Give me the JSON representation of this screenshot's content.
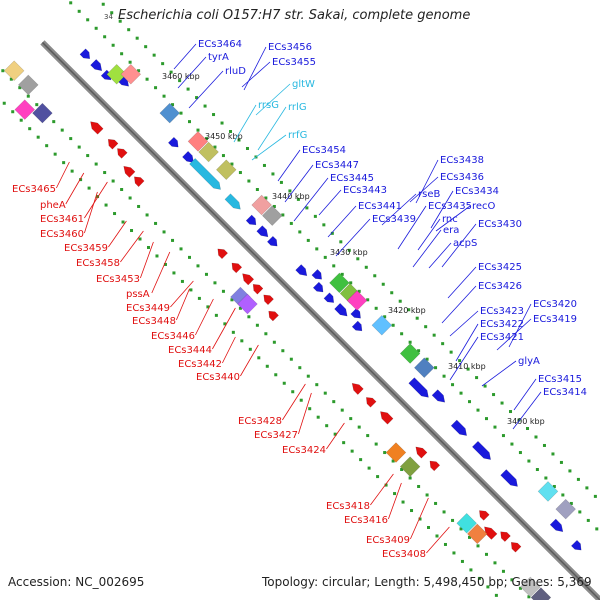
{
  "header": {
    "title": "Escherichia coli O157:H7 str. Sakai, complete genome",
    "corner_fragment": "34"
  },
  "footer": {
    "accession": "Accession: NC_002695",
    "topology": "Topology: circular; Length: 5,498,450 bp; Genes: 5,369"
  },
  "colors": {
    "forward_strand": "#1a1adc",
    "reverse_strand": "#e01010",
    "rna_genes": "#28b8e0",
    "backbone": "#8a8a8a",
    "tick_dots": "#2c9a2c"
  },
  "scale_ticks": [
    "3460 kbp",
    "3450 kbp",
    "3440 kbp",
    "3430 kbp",
    "3420 kbp",
    "3410 kbp",
    "3400 kbp"
  ],
  "right_labels": [
    {
      "text": "ECs3464",
      "color": "#1a1adc"
    },
    {
      "text": "tyrA",
      "color": "#1a1adc"
    },
    {
      "text": "rluD",
      "color": "#1a1adc"
    },
    {
      "text": "ECs3456",
      "color": "#1a1adc"
    },
    {
      "text": "ECs3455",
      "color": "#1a1adc"
    },
    {
      "text": "gltW",
      "color": "#28b8e0"
    },
    {
      "text": "rrsG",
      "color": "#28b8e0"
    },
    {
      "text": "rrlG",
      "color": "#28b8e0"
    },
    {
      "text": "rrfG",
      "color": "#28b8e0"
    },
    {
      "text": "ECs3454",
      "color": "#1a1adc"
    },
    {
      "text": "ECs3447",
      "color": "#1a1adc"
    },
    {
      "text": "ECs3445",
      "color": "#1a1adc"
    },
    {
      "text": "ECs3443",
      "color": "#1a1adc"
    },
    {
      "text": "ECs3441",
      "color": "#1a1adc"
    },
    {
      "text": "ECs3439",
      "color": "#1a1adc"
    },
    {
      "text": "ECs3438",
      "color": "#1a1adc"
    },
    {
      "text": "ECs3436",
      "color": "#1a1adc"
    },
    {
      "text": "rseB",
      "color": "#1a1adc"
    },
    {
      "text": "ECs3434",
      "color": "#1a1adc"
    },
    {
      "text": "ECs3435",
      "color": "#1a1adc"
    },
    {
      "text": "recO",
      "color": "#1a1adc"
    },
    {
      "text": "rnc",
      "color": "#1a1adc"
    },
    {
      "text": "era",
      "color": "#1a1adc"
    },
    {
      "text": "ECs3430",
      "color": "#1a1adc"
    },
    {
      "text": "acpS",
      "color": "#1a1adc"
    },
    {
      "text": "ECs3425",
      "color": "#1a1adc"
    },
    {
      "text": "ECs3426",
      "color": "#1a1adc"
    },
    {
      "text": "ECs3420",
      "color": "#1a1adc"
    },
    {
      "text": "ECs3423",
      "color": "#1a1adc"
    },
    {
      "text": "ECs3419",
      "color": "#1a1adc"
    },
    {
      "text": "ECs3422",
      "color": "#1a1adc"
    },
    {
      "text": "ECs3421",
      "color": "#1a1adc"
    },
    {
      "text": "glyA",
      "color": "#1a1adc"
    },
    {
      "text": "ECs3415",
      "color": "#1a1adc"
    },
    {
      "text": "ECs3414",
      "color": "#1a1adc"
    }
  ],
  "left_labels": [
    {
      "text": "ECs3465",
      "color": "#e01010"
    },
    {
      "text": "pheA",
      "color": "#e01010"
    },
    {
      "text": "ECs3461",
      "color": "#e01010"
    },
    {
      "text": "ECs3460",
      "color": "#e01010"
    },
    {
      "text": "ECs3459",
      "color": "#e01010"
    },
    {
      "text": "ECs3458",
      "color": "#e01010"
    },
    {
      "text": "ECs3453",
      "color": "#e01010"
    },
    {
      "text": "pssA",
      "color": "#e01010"
    },
    {
      "text": "ECs3449",
      "color": "#e01010"
    },
    {
      "text": "ECs3448",
      "color": "#e01010"
    },
    {
      "text": "ECs3446",
      "color": "#e01010"
    },
    {
      "text": "ECs3444",
      "color": "#e01010"
    },
    {
      "text": "ECs3442",
      "color": "#e01010"
    },
    {
      "text": "ECs3440",
      "color": "#e01010"
    },
    {
      "text": "ECs3428",
      "color": "#e01010"
    },
    {
      "text": "ECs3427",
      "color": "#e01010"
    },
    {
      "text": "ECs3424",
      "color": "#e01010"
    },
    {
      "text": "ECs3418",
      "color": "#e01010"
    },
    {
      "text": "ECs3416",
      "color": "#e01010"
    },
    {
      "text": "ECs3409",
      "color": "#e01010"
    },
    {
      "text": "ECs3408",
      "color": "#e01010"
    }
  ]
}
